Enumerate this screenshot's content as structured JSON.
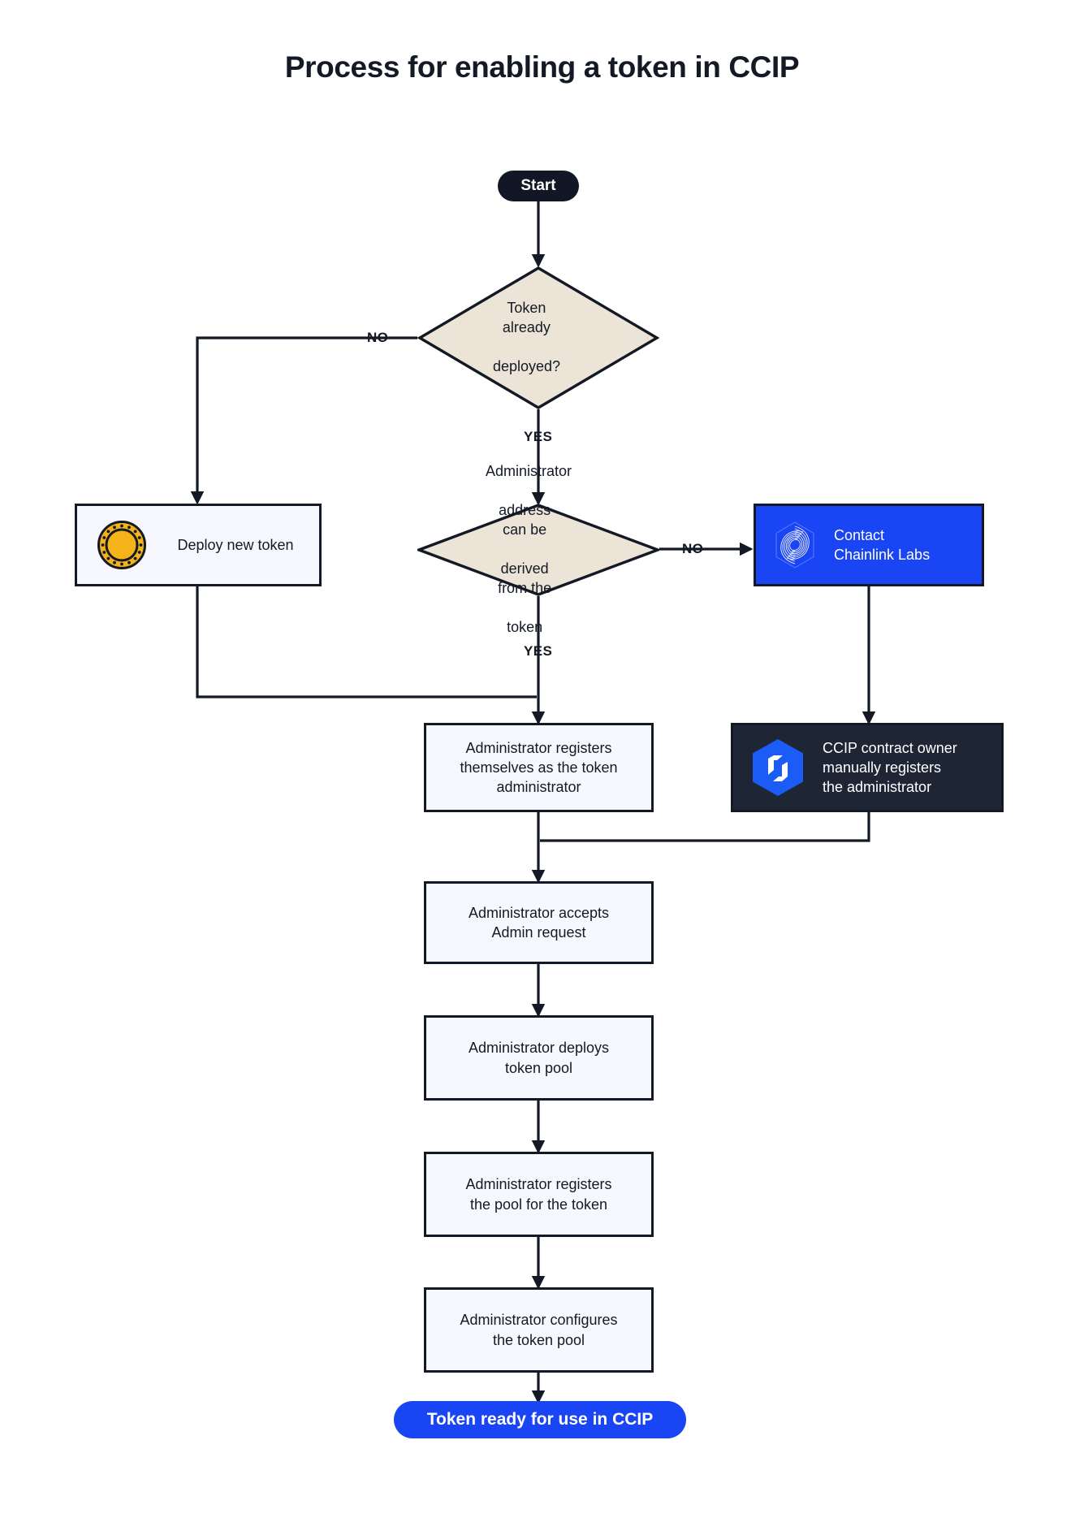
{
  "page": {
    "title": "Process for enabling a token in CCIP",
    "background": "#ffffff"
  },
  "colors": {
    "ink": "#141926",
    "box_fill": "#f6f8fe",
    "diamond_fill": "#ede4d8",
    "brand_blue": "#1a45f5",
    "dark_navy": "#1e2636",
    "start_black": "#121725",
    "coin_gold": "#f5b31a"
  },
  "nodes": {
    "start": {
      "label": "Start",
      "shape": "pill",
      "style": "dark"
    },
    "decision_token_deployed": {
      "label": "Token already\ndeployed?",
      "lines": [
        "Token already",
        "deployed?"
      ],
      "shape": "diamond"
    },
    "deploy_new_token": {
      "label": "Deploy new token",
      "shape": "rect",
      "icon": "gold-coin-icon"
    },
    "decision_admin_derived": {
      "label": "Administrator address can be derived from the token",
      "lines": [
        "Administrator",
        "address can be",
        "derived from the",
        "token"
      ],
      "shape": "diamond"
    },
    "contact_chainlink_labs": {
      "label": "Contact Chainlink Labs",
      "lines": [
        "Contact",
        "Chainlink Labs"
      ],
      "shape": "rect",
      "style": "blue",
      "icon": "chainlink-spiral-icon"
    },
    "admin_registers_self": {
      "label": "Administrator registers themselves as the token administrator",
      "lines": [
        "Administrator registers",
        "themselves as the token",
        "administrator"
      ],
      "shape": "rect"
    },
    "ccip_owner_registers": {
      "label": "CCIP contract owner manually registers the administrator",
      "lines": [
        "CCIP contract owner",
        "manually registers",
        "the administrator"
      ],
      "shape": "rect",
      "style": "dark",
      "icon": "ccip-hexagon-icon"
    },
    "admin_accepts_request": {
      "label": "Administrator accepts Admin request",
      "lines": [
        "Administrator accepts",
        "Admin request"
      ],
      "shape": "rect"
    },
    "admin_deploys_pool": {
      "label": "Administrator deploys token pool",
      "lines": [
        "Administrator deploys",
        "token pool"
      ],
      "shape": "rect"
    },
    "admin_registers_pool": {
      "label": "Administrator registers the pool for the token",
      "lines": [
        "Administrator registers",
        "the pool for the token"
      ],
      "shape": "rect"
    },
    "admin_configures_pool": {
      "label": "Administrator configures the token pool",
      "lines": [
        "Administrator configures",
        "the token pool"
      ],
      "shape": "rect"
    },
    "end": {
      "label": "Token ready for use in CCIP",
      "shape": "pill",
      "style": "blue"
    }
  },
  "edge_labels": {
    "token_deployed_no": "NO",
    "token_deployed_yes": "YES",
    "admin_derived_no": "NO",
    "admin_derived_yes": "YES"
  },
  "chart_data": {
    "type": "diagram",
    "diagram_kind": "flowchart",
    "title": "Process for enabling a token in CCIP",
    "orientation": "top-to-bottom",
    "nodes": [
      {
        "id": "start",
        "type": "terminal",
        "text": "Start"
      },
      {
        "id": "decision_token_deployed",
        "type": "decision",
        "text": "Token already deployed?"
      },
      {
        "id": "deploy_new_token",
        "type": "process",
        "text": "Deploy new token"
      },
      {
        "id": "decision_admin_derived",
        "type": "decision",
        "text": "Administrator address can be derived from the token"
      },
      {
        "id": "contact_chainlink_labs",
        "type": "process",
        "text": "Contact Chainlink Labs"
      },
      {
        "id": "admin_registers_self",
        "type": "process",
        "text": "Administrator registers themselves as the token administrator"
      },
      {
        "id": "ccip_owner_registers",
        "type": "process",
        "text": "CCIP contract owner manually registers the administrator"
      },
      {
        "id": "admin_accepts_request",
        "type": "process",
        "text": "Administrator accepts Admin request"
      },
      {
        "id": "admin_deploys_pool",
        "type": "process",
        "text": "Administrator deploys token pool"
      },
      {
        "id": "admin_registers_pool",
        "type": "process",
        "text": "Administrator registers the pool for the token"
      },
      {
        "id": "admin_configures_pool",
        "type": "process",
        "text": "Administrator configures the token pool"
      },
      {
        "id": "end",
        "type": "terminal",
        "text": "Token ready for use in CCIP"
      }
    ],
    "edges": [
      {
        "from": "start",
        "to": "decision_token_deployed",
        "label": ""
      },
      {
        "from": "decision_token_deployed",
        "to": "deploy_new_token",
        "label": "NO"
      },
      {
        "from": "decision_token_deployed",
        "to": "decision_admin_derived",
        "label": "YES"
      },
      {
        "from": "deploy_new_token",
        "to": "admin_registers_self",
        "label": ""
      },
      {
        "from": "decision_admin_derived",
        "to": "contact_chainlink_labs",
        "label": "NO"
      },
      {
        "from": "decision_admin_derived",
        "to": "admin_registers_self",
        "label": "YES"
      },
      {
        "from": "contact_chainlink_labs",
        "to": "ccip_owner_registers",
        "label": ""
      },
      {
        "from": "admin_registers_self",
        "to": "admin_accepts_request",
        "label": ""
      },
      {
        "from": "ccip_owner_registers",
        "to": "admin_accepts_request",
        "label": ""
      },
      {
        "from": "admin_accepts_request",
        "to": "admin_deploys_pool",
        "label": ""
      },
      {
        "from": "admin_deploys_pool",
        "to": "admin_registers_pool",
        "label": ""
      },
      {
        "from": "admin_registers_pool",
        "to": "admin_configures_pool",
        "label": ""
      },
      {
        "from": "admin_configures_pool",
        "to": "end",
        "label": ""
      }
    ]
  }
}
